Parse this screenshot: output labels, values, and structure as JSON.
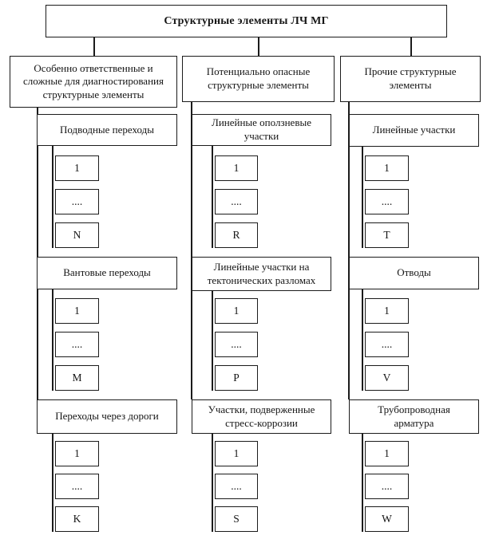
{
  "title": "Структурные элементы ЛЧ МГ",
  "line_color": "#1b1b1b",
  "columns": [
    {
      "header_lines": [
        "Особенно ответственные и",
        "сложные для диагностирования",
        "структурные элементы"
      ],
      "sections": [
        {
          "header_lines": [
            "Подводные переходы"
          ],
          "items": [
            "1",
            "....",
            "N"
          ]
        },
        {
          "header_lines": [
            "Вантовые переходы"
          ],
          "items": [
            "1",
            "....",
            "M"
          ]
        },
        {
          "header_lines": [
            "Переходы через дороги"
          ],
          "items": [
            "1",
            "....",
            "K"
          ]
        }
      ]
    },
    {
      "header_lines": [
        "Потенциально опасные",
        "структурные элементы"
      ],
      "sections": [
        {
          "header_lines": [
            "Линейные оползневые",
            "участки"
          ],
          "items": [
            "1",
            "....",
            "R"
          ]
        },
        {
          "header_lines": [
            "Линейные участки на",
            "тектонических разломах"
          ],
          "items": [
            "1",
            "....",
            "P"
          ]
        },
        {
          "header_lines": [
            "Участки, подверженные",
            "стресс-коррозии"
          ],
          "items": [
            "1",
            "....",
            "S"
          ]
        }
      ]
    },
    {
      "header_lines": [
        "Прочие структурные",
        "элементы"
      ],
      "sections": [
        {
          "header_lines": [
            "Линейные участки"
          ],
          "items": [
            "1",
            "....",
            "T"
          ]
        },
        {
          "header_lines": [
            "Отводы"
          ],
          "items": [
            "1",
            "....",
            "V"
          ]
        },
        {
          "header_lines": [
            "Трубопроводная",
            "арматура"
          ],
          "items": [
            "1",
            "....",
            "W"
          ]
        }
      ]
    }
  ]
}
